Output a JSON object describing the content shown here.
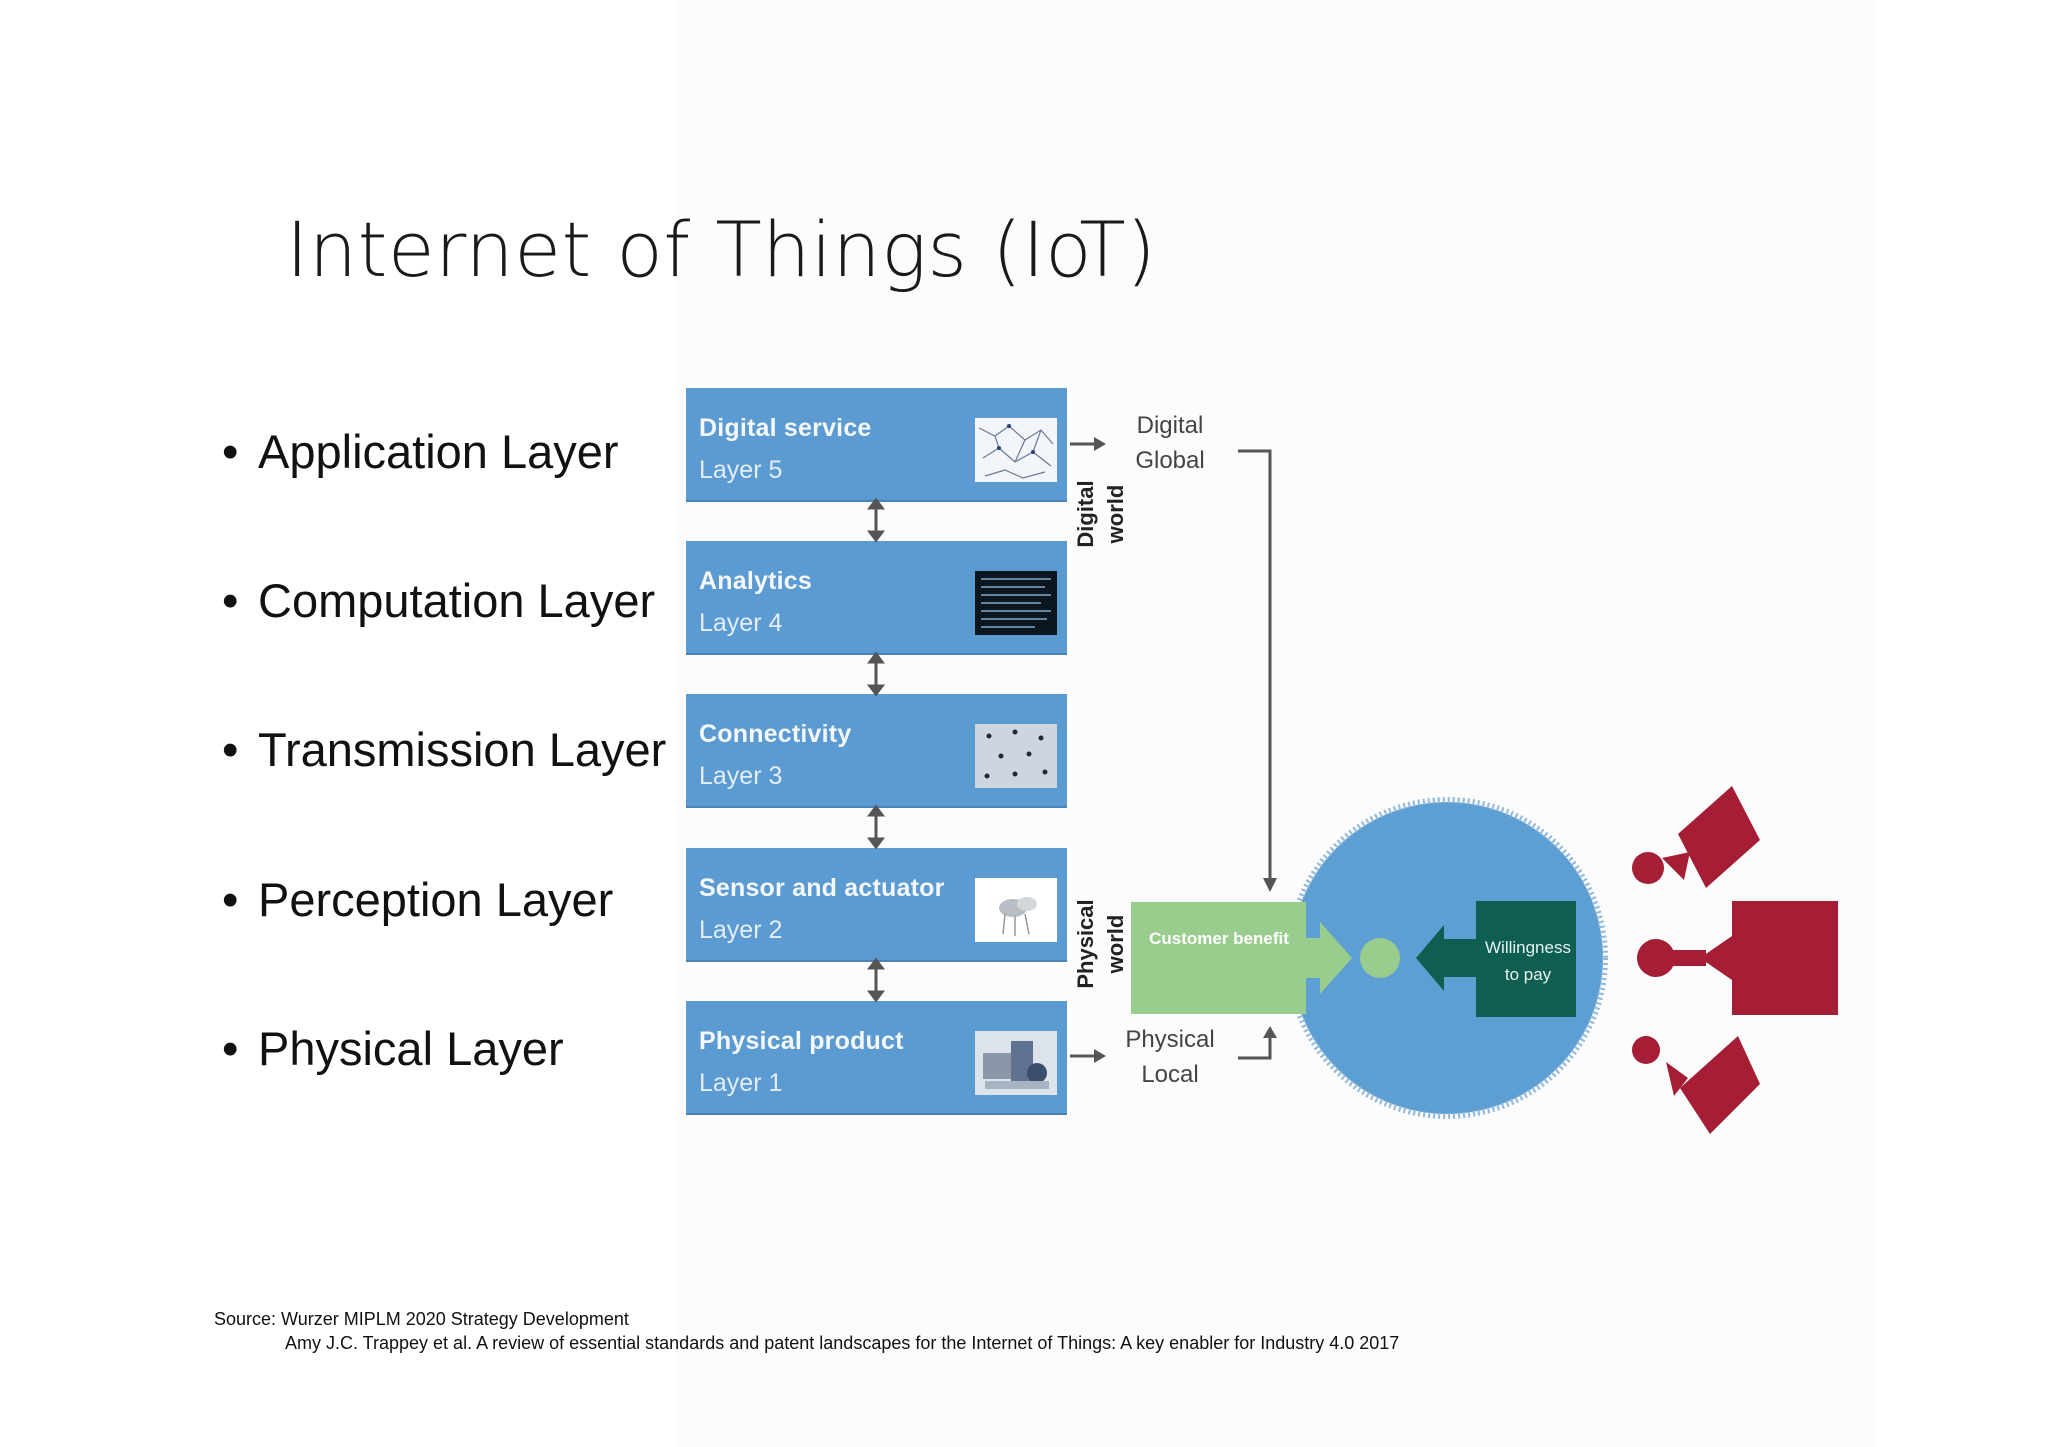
{
  "slide": {
    "title": "Internet of Things (IoT)",
    "bullets": [
      "Application Layer",
      "Computation Layer",
      "Transmission Layer",
      "Perception Layer",
      "Physical Layer"
    ]
  },
  "diagram": {
    "layers": [
      {
        "name": "Digital service",
        "layer": "Layer 5"
      },
      {
        "name": "Analytics",
        "layer": "Layer 4"
      },
      {
        "name": "Connectivity",
        "layer": "Layer 3"
      },
      {
        "name": "Sensor and actuator",
        "layer": "Layer 2"
      },
      {
        "name": "Physical product",
        "layer": "Layer 1"
      }
    ],
    "digital_global": [
      "Digital",
      "Global"
    ],
    "physical_local": [
      "Physical",
      "Local"
    ],
    "digital_world": [
      "Digital",
      "world"
    ],
    "physical_world": [
      "Physical",
      "world"
    ],
    "customer_benefit": "Customer benefit",
    "willingness": [
      "Willingness",
      "to pay"
    ],
    "colors": {
      "layer_blue": "#5b9bd1",
      "customer_green": "#98cd8d",
      "willingness_teal": "#0e5e52",
      "circle_blue": "#5e9fd3",
      "puzzle_red": "#a51e35"
    }
  },
  "source": {
    "line1": "Source: Wurzer MIPLM 2020 Strategy Development",
    "line2": "Amy J.C. Trappey  et al. A review of essential standards and patent landscapes for the Internet of Things: A key enabler for Industry 4.0 2017"
  }
}
